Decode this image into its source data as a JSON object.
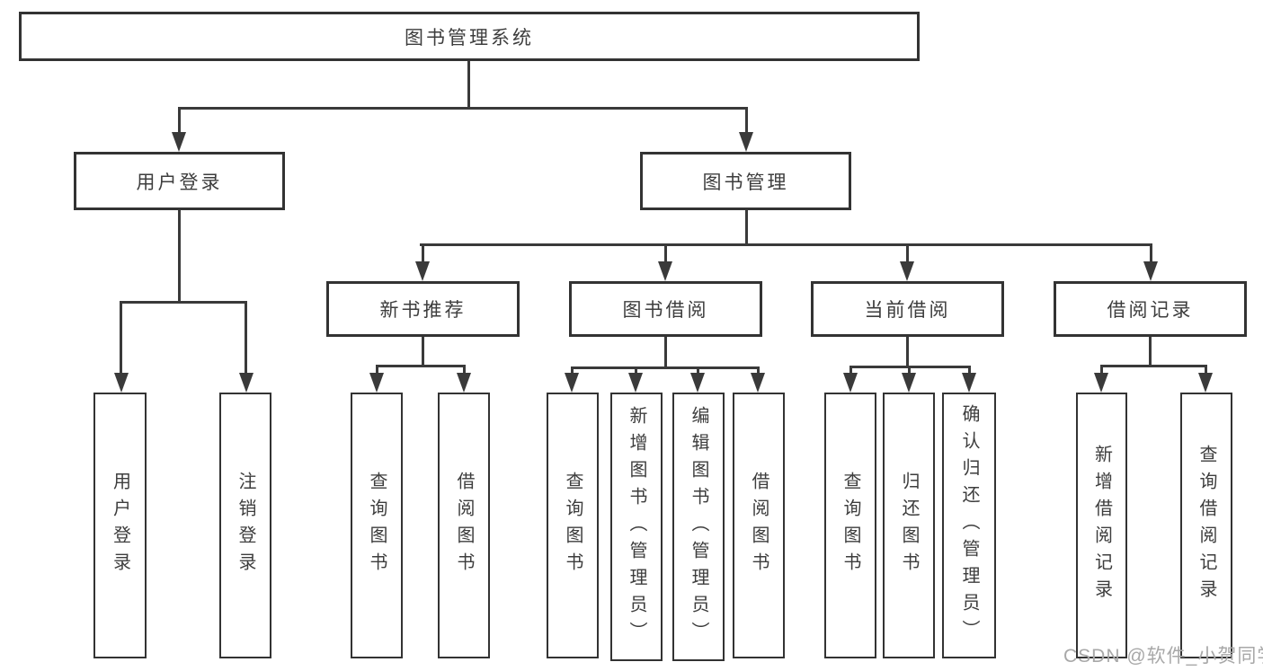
{
  "diagram": {
    "root": {
      "label": "图书管理系统"
    },
    "branches": [
      {
        "label": "用户登录",
        "children": [
          "用户登录",
          "注销登录"
        ]
      },
      {
        "label": "图书管理",
        "sections": [
          {
            "label": "新书推荐",
            "children": [
              "查询图书",
              "借阅图书"
            ]
          },
          {
            "label": "图书借阅",
            "children": [
              "查询图书",
              "新增图书（管理员）",
              "编辑图书（管理员）",
              "借阅图书"
            ]
          },
          {
            "label": "当前借阅",
            "children": [
              "查询图书",
              "归还图书",
              "确认归还（管理员）"
            ]
          },
          {
            "label": "借阅记录",
            "children": [
              "新增借阅记录",
              "查询借阅记录"
            ]
          }
        ]
      }
    ]
  },
  "watermark": "CSDN @软件_小贺同学",
  "colors": {
    "line": "#3a3a3a",
    "box_border": "#333333",
    "text": "#3d3d3d",
    "watermark": "#a8a8a8",
    "background": "#ffffff"
  }
}
